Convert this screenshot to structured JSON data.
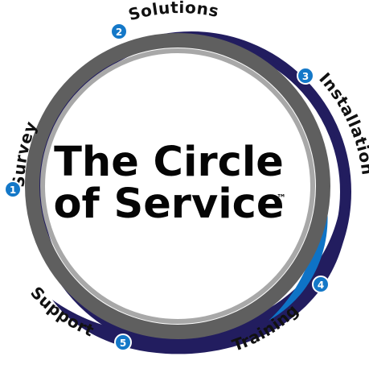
{
  "title": {
    "line1": "The Circle",
    "line2": "of Service",
    "trademark": "™"
  },
  "steps": [
    {
      "number": "1",
      "label": "Survey"
    },
    {
      "number": "2",
      "label": "Solutions"
    },
    {
      "number": "3",
      "label": "Installation"
    },
    {
      "number": "4",
      "label": "Training"
    },
    {
      "number": "5",
      "label": "Support"
    }
  ],
  "colors": {
    "ring_gray": "#5f5f5f",
    "ring_light_gray": "#a8a8a8",
    "ring_navy": "#221d5f",
    "ring_accent_blue": "#0e73c6",
    "badge_blue": "#1478c8",
    "text_black": "#050505"
  }
}
